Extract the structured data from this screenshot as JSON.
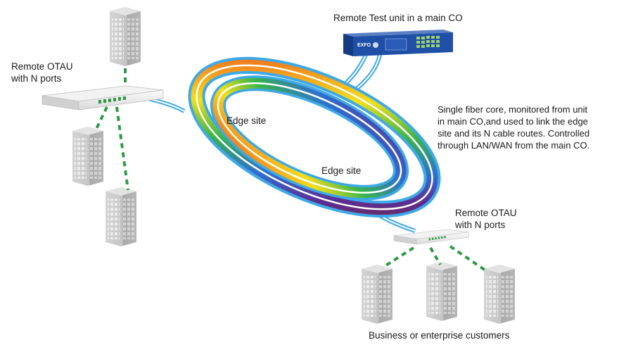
{
  "labels": {
    "remote_test_unit": "Remote Test unit in a main CO",
    "remote_otau_left_line1": "Remote OTAU",
    "remote_otau_left_line2": "with N ports",
    "edge_site_left": "Edge site",
    "edge_site_bottom": "Edge site",
    "remote_otau_right_line1": "Remote OTAU",
    "remote_otau_right_line2": "with N ports",
    "business_customers": "Business or enterprise customers"
  },
  "description_lines": [
    "Single fiber core, monitored from unit",
    "in main CO,and used to link the edge",
    "site and its N cable routes. Controlled",
    "through LAN/WAN from the main CO."
  ],
  "device_brand": "EXFO",
  "colors": {
    "fiber_blue": "#3fa9e6",
    "link_green": "#2e9a48",
    "building": "#c2c2c2",
    "device_blue": "#1f4fa6"
  },
  "icons": [
    "building-icon",
    "otau-rack-icon",
    "edge-site-icon",
    "remote-test-unit-icon",
    "fiber-ring-icon"
  ]
}
